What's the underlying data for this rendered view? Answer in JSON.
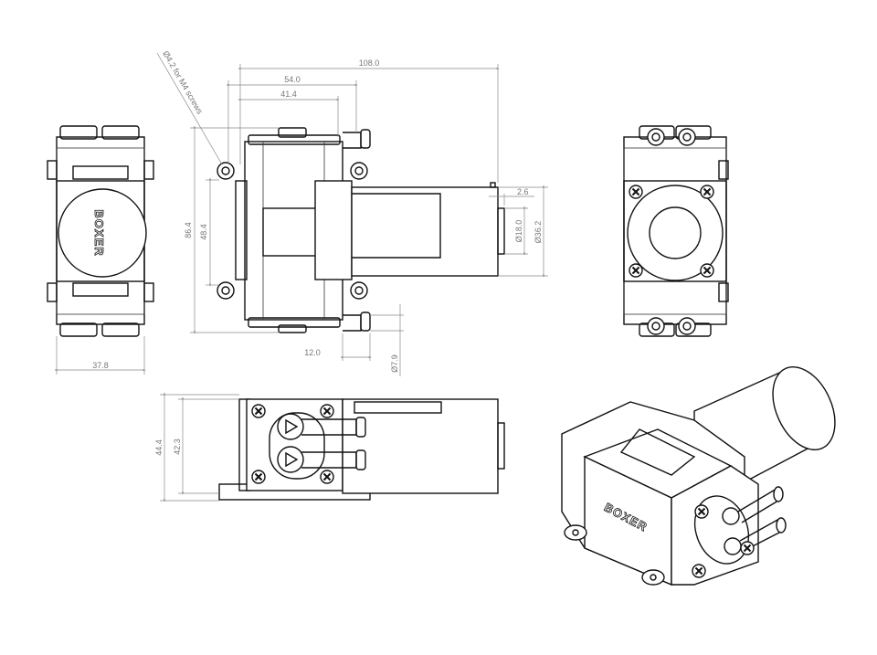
{
  "drawing": {
    "brand_logo": "BOXER",
    "note_screw_holes": "Ø4.2 for M4 screws",
    "dimensions": {
      "overall_length": "108.0",
      "pump_head_length": "54.0",
      "mount_hole_spacing_x": "41.4",
      "overall_height": "86.4",
      "mount_hole_spacing_y": "48.4",
      "motor_shaft_boss": "2.6",
      "motor_boss_diameter": "Ø18.0",
      "motor_diameter": "Ø36.2",
      "barb_length": "12.0",
      "barb_diameter": "Ø7.9",
      "end_width": "37.8",
      "total_depth": "44.4",
      "body_depth": "42.3"
    }
  }
}
